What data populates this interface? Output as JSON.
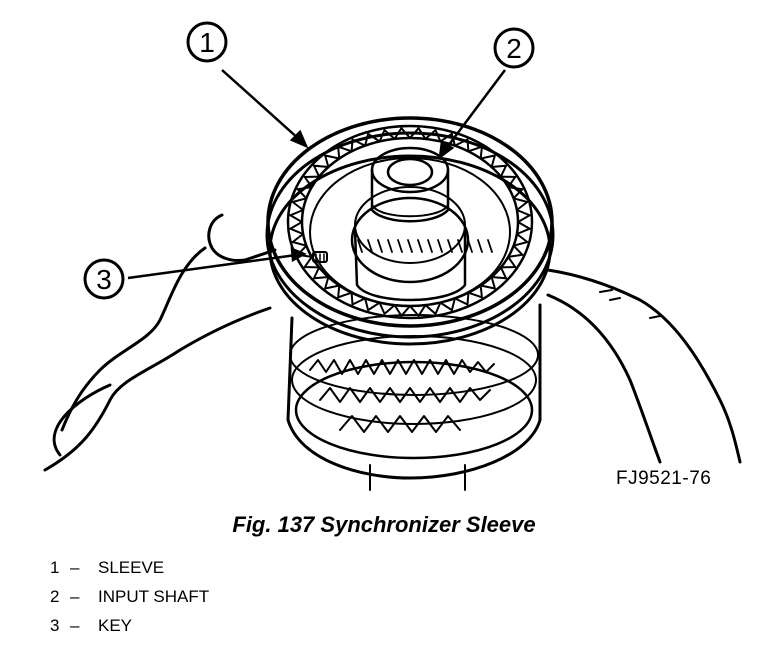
{
  "figure": {
    "callouts": [
      "1",
      "2",
      "3"
    ],
    "code": "FJ9521-76",
    "caption": "Fig. 137 Synchronizer Sleeve"
  },
  "legend": [
    {
      "num": "1",
      "sep": "–",
      "label": "SLEEVE"
    },
    {
      "num": "2",
      "sep": "–",
      "label": "INPUT SHAFT"
    },
    {
      "num": "3",
      "sep": "–",
      "label": "KEY"
    }
  ]
}
